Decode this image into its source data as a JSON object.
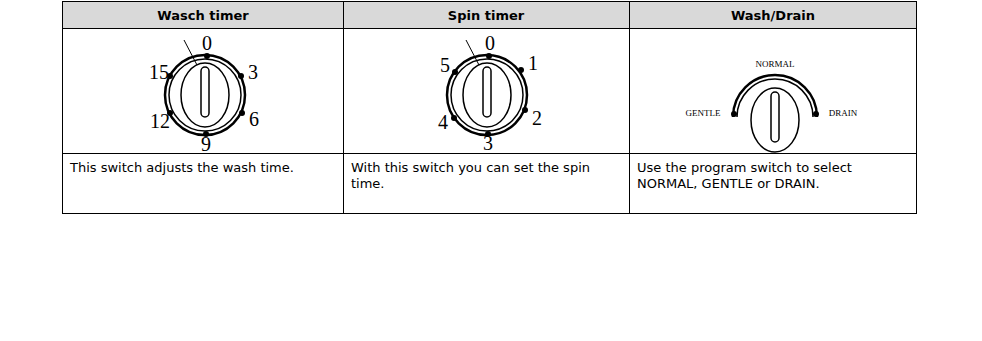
{
  "diagram": {
    "labels": [
      "Wasch timer",
      "Spin timer",
      "Wash/Drain",
      "0",
      "3",
      "6",
      "9",
      "12",
      "15",
      "0",
      "1",
      "2",
      "3",
      "4",
      "5",
      "NORMAL",
      "GENTLE",
      "DRAIN",
      "This switch adjusts the wash time.",
      "With this switch you can set the spin time.",
      "Use the program switch to select NORMAL, GENTLE or DRAIN."
    ]
  }
}
